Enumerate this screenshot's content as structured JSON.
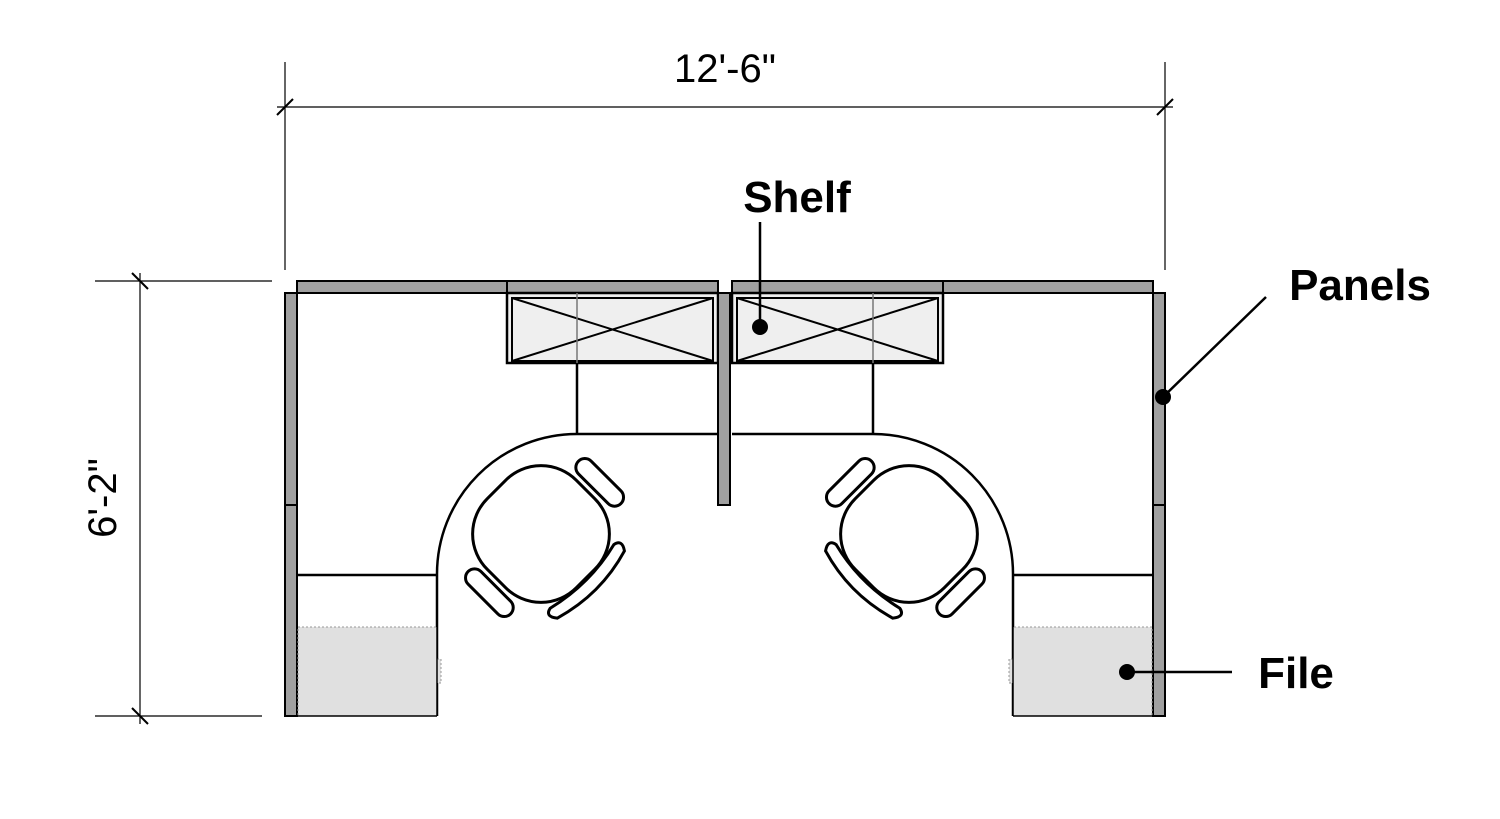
{
  "dimensions": {
    "width": "12'-6\"",
    "depth": "6'-2\""
  },
  "labels": {
    "shelf": "Shelf",
    "panels": "Panels",
    "file": "File"
  },
  "colors": {
    "panel": "#a0a0a0",
    "shelf_fill": "#efefef",
    "file_fill": "#e0e0e0",
    "line": "#000000"
  }
}
